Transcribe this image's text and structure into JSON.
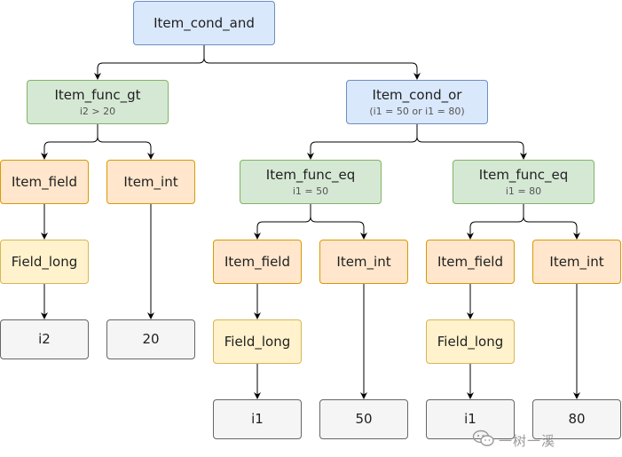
{
  "diagram": {
    "nodes": {
      "root": {
        "label": "Item_cond_and"
      },
      "gt": {
        "label": "Item_func_gt",
        "sub": "i2 > 20"
      },
      "or": {
        "label": "Item_cond_or",
        "sub": "(i1 = 50 or i1 = 80)"
      },
      "gt_field": {
        "label": "Item_field"
      },
      "gt_int": {
        "label": "Item_int"
      },
      "gt_long": {
        "label": "Field_long"
      },
      "gt_val_field": {
        "label": "i2"
      },
      "gt_val_int": {
        "label": "20"
      },
      "eq1": {
        "label": "Item_func_eq",
        "sub": "i1 = 50"
      },
      "eq2": {
        "label": "Item_func_eq",
        "sub": "i1 = 80"
      },
      "eq1_field": {
        "label": "Item_field"
      },
      "eq1_int": {
        "label": "Item_int"
      },
      "eq2_field": {
        "label": "Item_field"
      },
      "eq2_int": {
        "label": "Item_int"
      },
      "eq1_long": {
        "label": "Field_long"
      },
      "eq2_long": {
        "label": "Field_long"
      },
      "eq1_val_field": {
        "label": "i1"
      },
      "eq1_val_int": {
        "label": "50"
      },
      "eq2_val_field": {
        "label": "i1"
      },
      "eq2_val_int": {
        "label": "80"
      }
    }
  },
  "watermark": {
    "text": "一树一溪",
    "icon": "wechat-icon"
  },
  "colors": {
    "blue_fill": "#dae8fc",
    "blue_stroke": "#6c8ebf",
    "green_fill": "#d5e8d4",
    "green_stroke": "#82b366",
    "orange_fill": "#ffe6cc",
    "orange_stroke": "#d79b00",
    "yellow_fill": "#fff2cc",
    "yellow_stroke": "#d6b656",
    "gray_fill": "#f5f5f5",
    "gray_stroke": "#666666",
    "edge": "#000000"
  }
}
